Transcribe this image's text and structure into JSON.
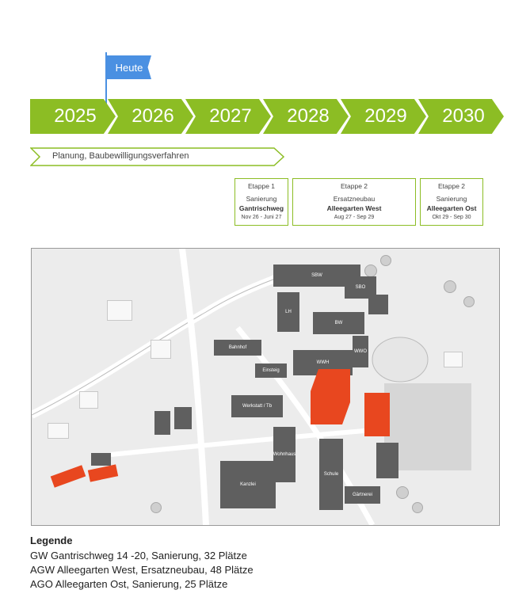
{
  "timeline": {
    "flag_label": "Heute",
    "years": [
      "2025",
      "2026",
      "2027",
      "2028",
      "2029",
      "2030"
    ]
  },
  "phase": {
    "label": "Planung, Baubewilligungsverfahren"
  },
  "stages": [
    {
      "etappe": "Etappe 1",
      "type": "Sanierung",
      "name": "Gantrischweg",
      "dates": "Nov 26 - Juni 27"
    },
    {
      "etappe": "Etappe 2",
      "type": "Ersatzneubau",
      "name": "Alleegarten West",
      "dates": "Aug 27 - Sep 29"
    },
    {
      "etappe": "Etappe 2",
      "type": "Sanierung",
      "name": "Alleegarten Ost",
      "dates": "Okt 29 - Sep 30"
    }
  ],
  "map": {
    "labels": {
      "sbw": "SBW",
      "sbo": "SBO",
      "lh": "LH",
      "wwh": "WWH",
      "wwo": "WWO",
      "bw": "BW",
      "bahnhof": "Bahnhof",
      "einsteig": "Einsteig",
      "werkstatt": "Werkstatt / Tb",
      "wohnhaus": "Wohnhaus",
      "kanzlei": "Kanzlei",
      "schule": "Schule",
      "gaertnerei": "Gärtnerei"
    }
  },
  "legend": {
    "title": "Legende",
    "items": [
      "GW Gantrischweg 14 -20, Sanierung, 32 Plätze",
      "AGW Alleegarten West, Ersatzneubau, 48 Plätze",
      "AGO Alleegarten Ost, Sanierung, 25 Plätze"
    ]
  },
  "colors": {
    "accent": "#8cbd24",
    "flag": "#4a90e2",
    "highlight": "#e8471f"
  }
}
